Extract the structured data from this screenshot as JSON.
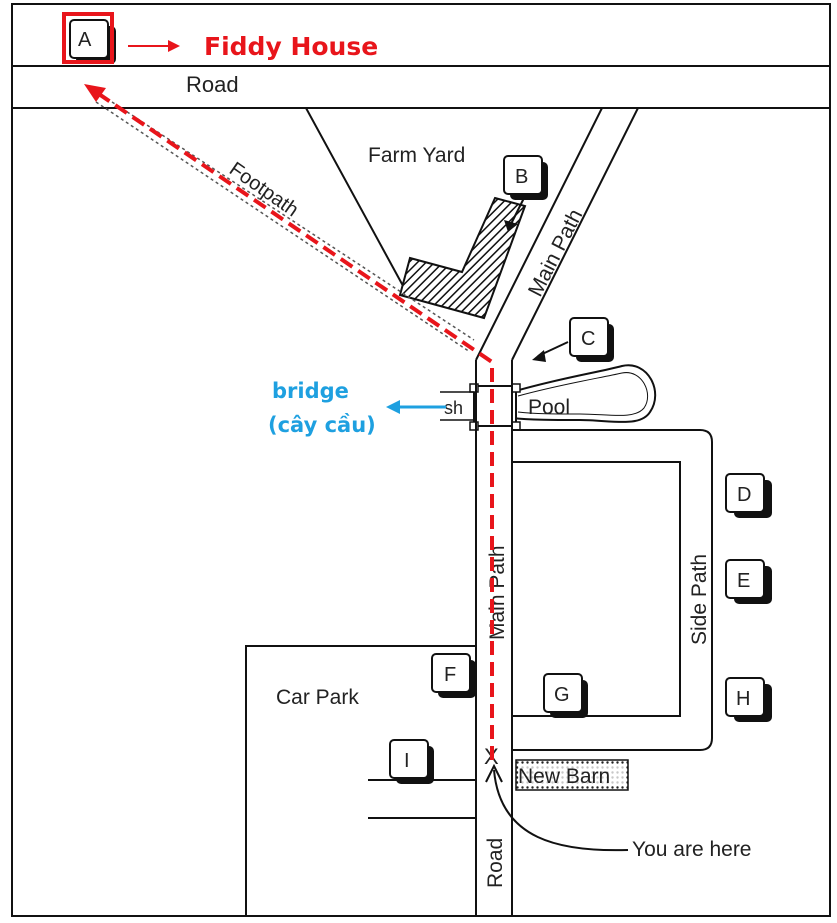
{
  "map": {
    "labels": {
      "road_top": "Road",
      "road_bottom": "Road",
      "farm_yard": "Farm Yard",
      "footpath": "Footpath",
      "main_path_upper": "Main Path",
      "main_path_lower": "Main Path",
      "side_path": "Side Path",
      "pool": "Pool",
      "car_park": "Car Park",
      "new_barn": "New Barn",
      "you_are_here": "You are here",
      "bridge_fragment": "sh",
      "marker_x": "X"
    },
    "markers": {
      "a": "A",
      "b": "B",
      "c": "C",
      "d": "D",
      "e": "E",
      "f": "F",
      "g": "G",
      "h": "H",
      "i": "I"
    }
  },
  "annotations": {
    "fiddy_house": "Fiddy House",
    "bridge": "bridge",
    "bridge_translation": "(cây cầu)"
  },
  "colors": {
    "route": "#e8151b",
    "annotation_red": "#e8151b",
    "annotation_blue": "#1ea0e0",
    "ink": "#111111"
  }
}
